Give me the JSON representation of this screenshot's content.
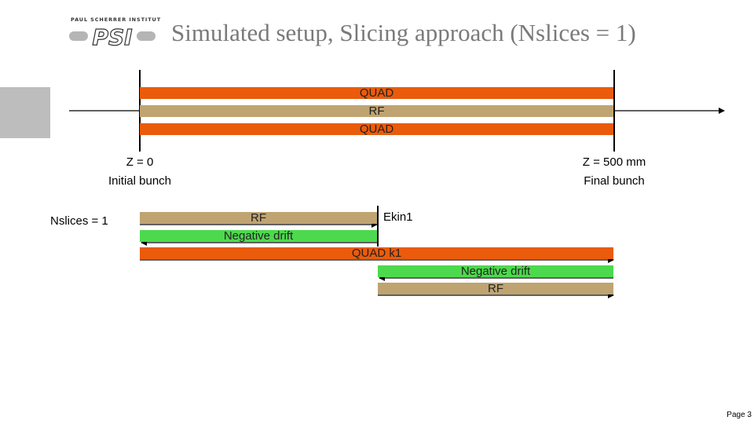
{
  "header": {
    "logo_org_text": "PAUL SCHERRER INSTITUT",
    "logo_mark_text": "PSI",
    "title": "Simulated setup, Slicing approach (Nslices = 1)"
  },
  "setup": {
    "bars": [
      "QUAD",
      "RF",
      "QUAD"
    ],
    "start_label": "Z = 0",
    "start_caption": "Initial bunch",
    "end_label": "Z = 500 mm",
    "end_caption": "Final bunch"
  },
  "slicing": {
    "nslices_label": "Nslices = 1",
    "ekin_label": "Ekin1",
    "steps": [
      "RF",
      "Negative drift",
      "QUAD k1",
      "Negative drift",
      "RF"
    ]
  },
  "footer": {
    "page_label": "Page 3"
  },
  "colors": {
    "quad": "#ea5b0c",
    "rf": "#bfa472",
    "drift": "#4dd94d",
    "title": "#7a7a7a",
    "side_box": "#bdbdbd"
  }
}
